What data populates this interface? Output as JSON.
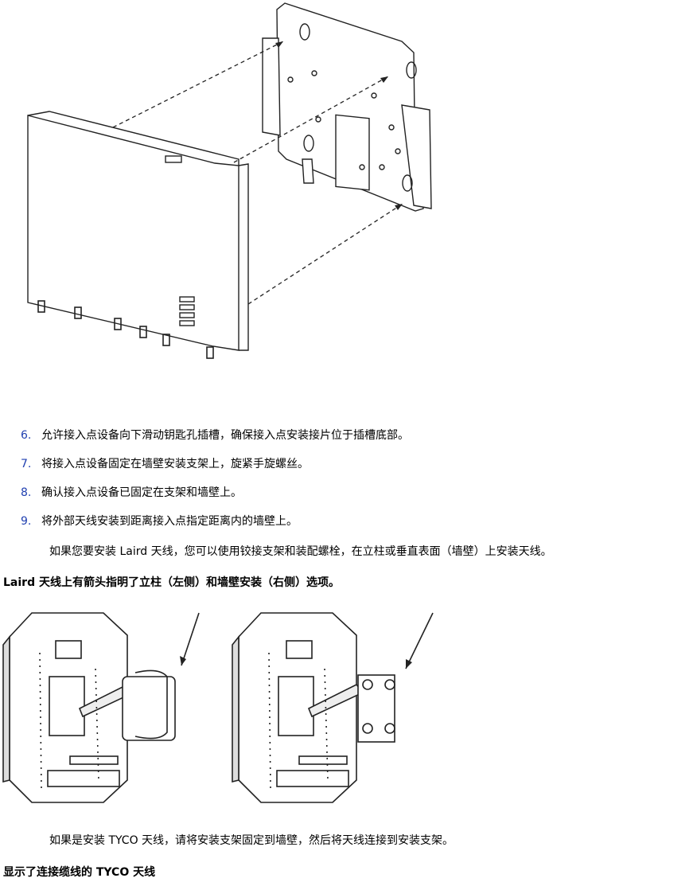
{
  "steps": [
    {
      "num": "6.",
      "text": "允许接入点设备向下滑动钥匙孔插槽，确保接入点安装接片位于插槽底部。"
    },
    {
      "num": "7.",
      "text": "将接入点设备固定在墙壁安装支架上，旋紧手旋螺丝。"
    },
    {
      "num": "8.",
      "text": "确认接入点设备已固定在支架和墙壁上。"
    },
    {
      "num": "9.",
      "text": "将外部天线安装到距离接入点指定距离内的墙壁上。"
    }
  ],
  "laird_paragraph": "如果您要安装 Laird 天线，您可以使用铰接支架和装配螺栓，在立柱或垂直表面（墙壁）上安装天线。",
  "laird_caption": "Laird 天线上有箭头指明了立柱（左侧）和墙壁安装（右侧）选项。",
  "tyco_paragraph": "如果是安装 TYCO 天线，请将安装支架固定到墙壁，然后将天线连接到安装支架。",
  "tyco_caption": "显示了连接缆线的 TYCO 天线"
}
